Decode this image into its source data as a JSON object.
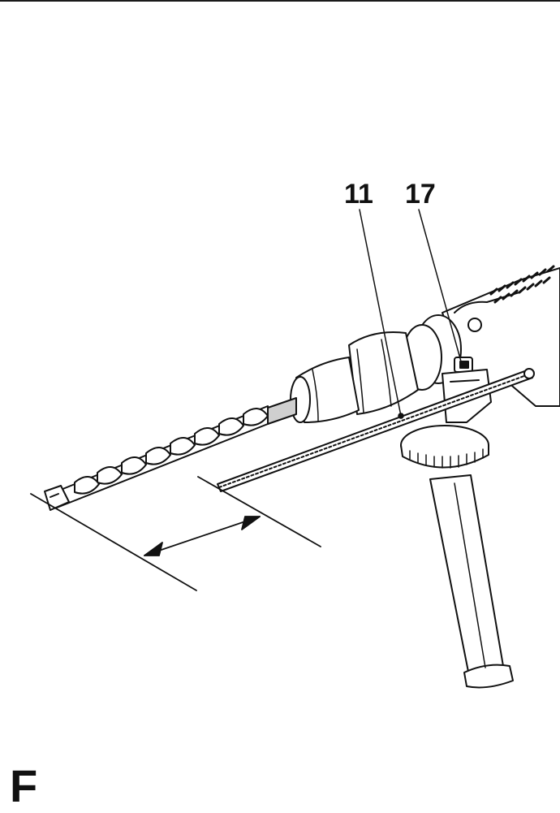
{
  "callouts": {
    "depth_stop": "11",
    "depth_stop_button": "17"
  },
  "figure": {
    "letter": "F"
  },
  "icons": {
    "drill_bit": "auger-drill-bit-icon",
    "tool": "rotary-hammer-icon",
    "depth_stop": "depth-stop-rod-icon",
    "handle": "auxiliary-handle-icon"
  },
  "colors": {
    "ink": "#111111",
    "fill": "#ffffff",
    "shade": "#cfcfcf"
  }
}
